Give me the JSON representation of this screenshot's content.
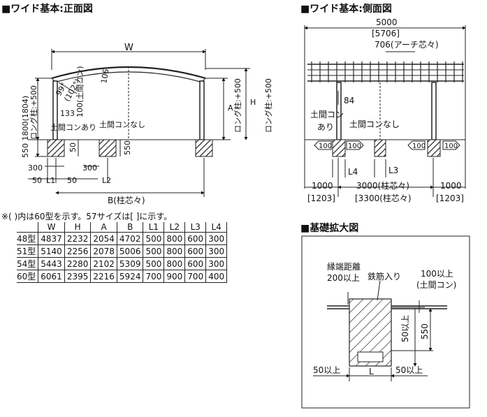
{
  "front_title": "■ワイド基本:正面図",
  "side_title": "■ワイド基本:側面図",
  "detail_title": "■基礎拡大図",
  "front": {
    "W": "W",
    "angle1": "99°",
    "angle2": "(102°)",
    "dim106": "106",
    "dim133": "133",
    "dim550_1800": "550 1800(1804)",
    "long_post_left": "ロング柱:+500",
    "soil_tama": "土間コンあり",
    "soil_nashi": "土間コンなし",
    "dim100_soil": "100(土間コン)",
    "dim50": "50",
    "dim550": "550",
    "dim300_a": "300",
    "dim300_b": "300",
    "dim50_a": "50",
    "L1": "L1",
    "dim50_b": "50",
    "L2": "L2",
    "A": "A",
    "H": "H",
    "long_post_A": "ロング柱:+500",
    "long_post_H": "ロング柱:+500",
    "B": "B(柱芯々)"
  },
  "side": {
    "d5000": "5000",
    "d5706": "[5706]",
    "d706": "706(アーチ芯々)",
    "d84": "84",
    "soil_ari": "土間コン",
    "soil_ari2": "あり",
    "soil_nashi": "土間コンなし",
    "c100_1": "100",
    "c100_2": "100",
    "c100_3": "100",
    "c100_4": "100",
    "L4": "L4",
    "L3": "L3",
    "d1000_l": "1000",
    "d3000": "3000(柱芯々)",
    "d1000_r": "1000",
    "d1203_l": "[1203]",
    "d3300": "[3300(柱芯々)",
    "d1203_r": "[1203]"
  },
  "table_note": "※( )内は60型を示す。57サイズは[ ]に示す。",
  "table": {
    "headers": [
      "",
      "W",
      "H",
      "A",
      "B",
      "L1",
      "L2",
      "L3",
      "L4"
    ],
    "rows": [
      [
        "48型",
        "4837",
        "2232",
        "2054",
        "4702",
        "500",
        "800",
        "600",
        "300"
      ],
      [
        "51型",
        "5140",
        "2256",
        "2078",
        "5006",
        "500",
        "800",
        "600",
        "300"
      ],
      [
        "54型",
        "5443",
        "2280",
        "2102",
        "5309",
        "500",
        "800",
        "600",
        "300"
      ],
      [
        "60型",
        "6061",
        "2395",
        "2216",
        "5924",
        "700",
        "900",
        "700",
        "400"
      ]
    ]
  },
  "detail": {
    "edge1": "縁端距離",
    "edge2": "200以上",
    "rebar": "鉄筋入り",
    "d100a": "100以上",
    "d100b": "(土間コン)",
    "d50v": "50以上",
    "d550": "550",
    "d50l": "50以上",
    "L": "L",
    "d50r": "50以上"
  }
}
